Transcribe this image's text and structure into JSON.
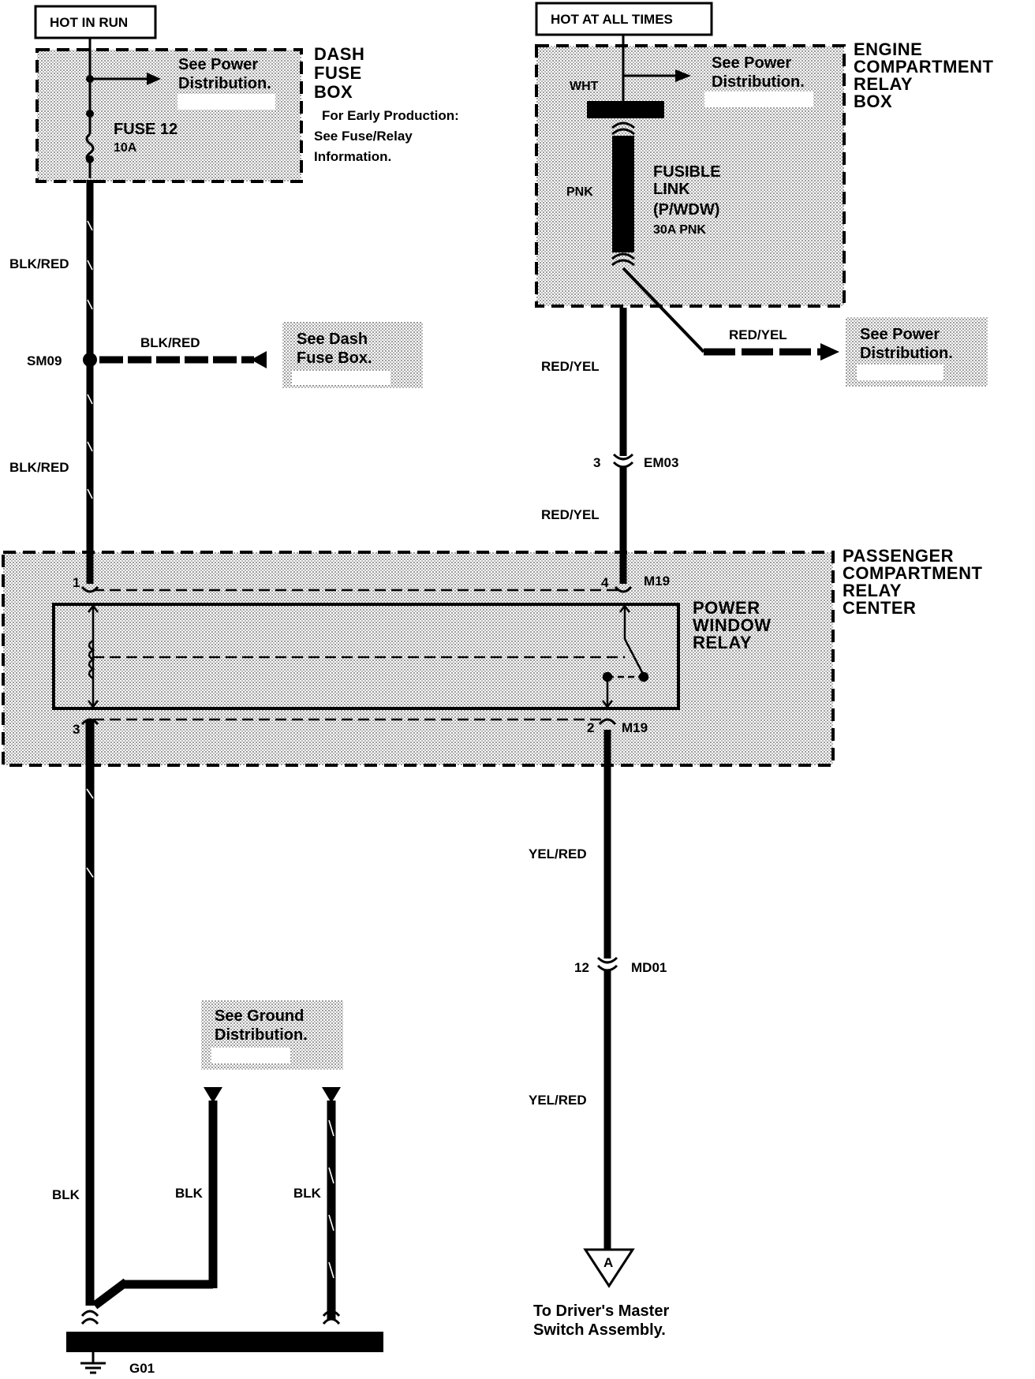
{
  "supply": {
    "hot_in_run": "HOT IN RUN",
    "hot_at_all_times": "HOT AT ALL TIMES"
  },
  "dash_fuse_box": {
    "title_line1": "DASH",
    "title_line2": "FUSE",
    "title_line3": "BOX",
    "see_line1": "See Power",
    "see_line2": "Distribution.",
    "fuse_name": "FUSE 12",
    "fuse_rating": "10A",
    "early_line1": "For Early Production:",
    "early_line2": "See Fuse/Relay",
    "early_line3": "Information."
  },
  "engine_box": {
    "title_line1": "ENGINE",
    "title_line2": "COMPARTMENT",
    "title_line3": "RELAY",
    "title_line4": "BOX",
    "see_line1": "See Power",
    "see_line2": "Distribution.",
    "wire_in": "WHT",
    "wire_link": "PNK",
    "link_line1": "FUSIBLE",
    "link_line2": "LINK",
    "link_line3": "(P/WDW)",
    "link_rating": "30A PNK"
  },
  "splice": {
    "name": "SM09",
    "wire": "BLK/RED",
    "see_line1": "See Dash",
    "see_line2": "Fuse Box."
  },
  "power_branch": {
    "wire": "RED/YEL",
    "see_line1": "See Power",
    "see_line2": "Distribution."
  },
  "wires": {
    "blk_red_upper": "BLK/RED",
    "blk_red_lower": "BLK/RED",
    "red_yel_upper": "RED/YEL",
    "red_yel_lower": "RED/YEL",
    "yel_red_upper": "YEL/RED",
    "yel_red_lower": "YEL/RED",
    "blk_left": "BLK",
    "blk_mid": "BLK",
    "blk_right": "BLK"
  },
  "connectors": {
    "em03_pin": "3",
    "em03_name": "EM03",
    "md01_pin": "12",
    "md01_name": "MD01",
    "m19_top_pin1": "1",
    "m19_top_pin4": "4",
    "m19_top_name": "M19",
    "m19_bot_pin3": "3",
    "m19_bot_pin2": "2",
    "m19_bot_name": "M19"
  },
  "relay_center": {
    "title_line1": "PASSENGER",
    "title_line2": "COMPARTMENT",
    "title_line3": "RELAY",
    "title_line4": "CENTER",
    "relay_line1": "POWER",
    "relay_line2": "WINDOW",
    "relay_line3": "RELAY"
  },
  "ground": {
    "see_line1": "See Ground",
    "see_line2": "Distribution.",
    "name": "G01"
  },
  "destination": {
    "symbol": "A",
    "line1": "To Driver's Master",
    "line2": "Switch Assembly."
  }
}
